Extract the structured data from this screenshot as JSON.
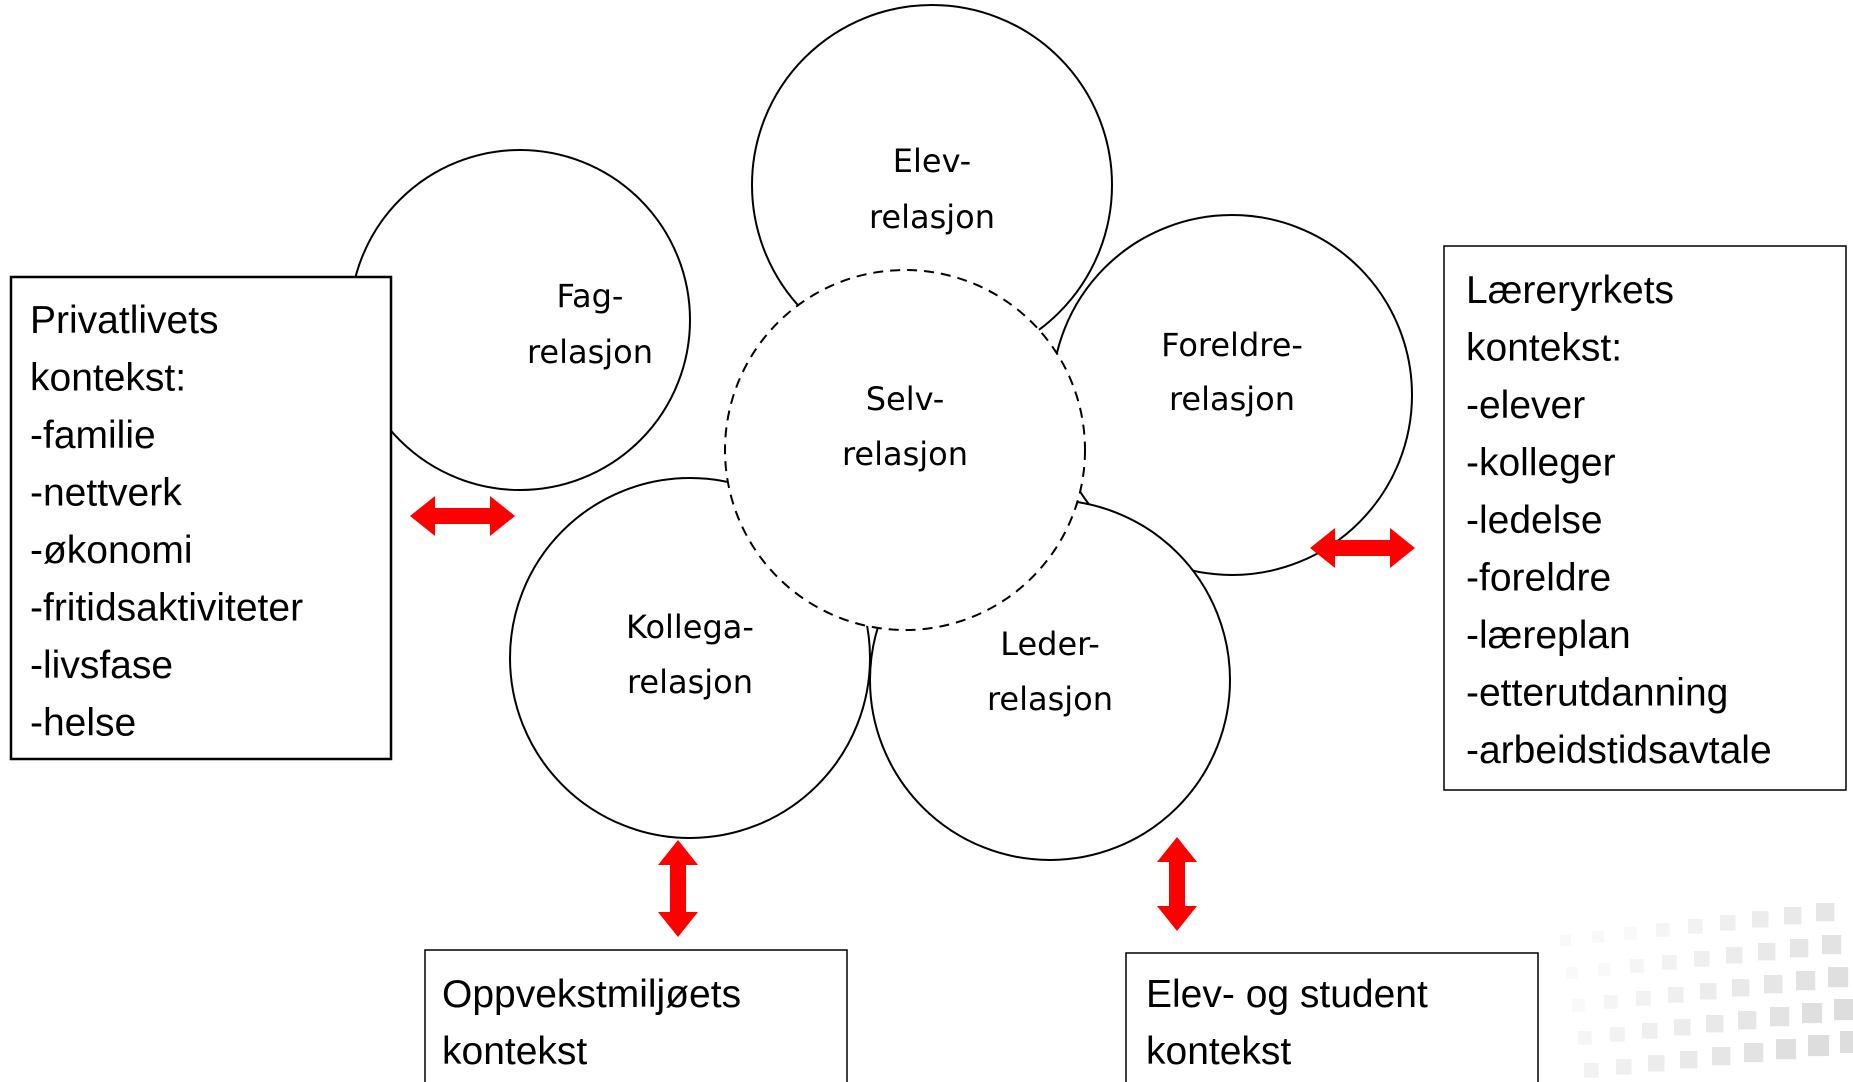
{
  "circles": {
    "elev": {
      "line1": "Elev-",
      "line2": "relasjon"
    },
    "fag": {
      "line1": "Fag-",
      "line2": "relasjon"
    },
    "foreldre": {
      "line1": "Foreldre-",
      "line2": "relasjon"
    },
    "kollega": {
      "line1": "Kollega-",
      "line2": "relasjon"
    },
    "leder": {
      "line1": "Leder-",
      "line2": "relasjon"
    },
    "selv": {
      "line1": "Selv-",
      "line2": "relasjon"
    }
  },
  "boxes": {
    "privatliv": {
      "lines": [
        "Privatlivets",
        "kontekst:",
        "-familie",
        "-nettverk",
        "-økonomi",
        "-fritidsaktiviteter",
        "-livsfase",
        "-helse"
      ]
    },
    "laereryrke": {
      "lines": [
        "Læreryrkets",
        "kontekst:",
        "-elever",
        "-kolleger",
        "-ledelse",
        "-foreldre",
        "-læreplan",
        "-etterutdanning",
        "-arbeidstidsavtale"
      ]
    },
    "oppvekst": {
      "lines": [
        "Oppvekstmiljøets",
        "kontekst"
      ]
    },
    "elevstudent": {
      "lines": [
        "Elev- og student",
        "kontekst"
      ]
    }
  },
  "colors": {
    "arrow": "#ff0000",
    "stroke": "#000000",
    "decoration": "#d9d9d9"
  }
}
